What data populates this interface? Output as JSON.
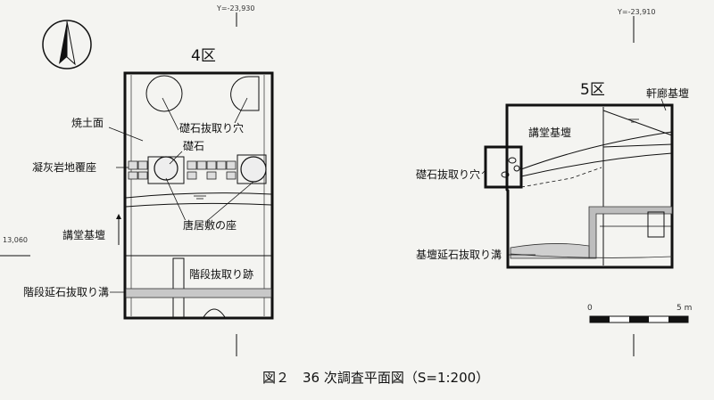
{
  "coords": {
    "y_left": "Y=-23,930",
    "y_right": "Y=-23,910",
    "x_mark": "13,060"
  },
  "zone4": {
    "title": "4区",
    "labels": {
      "burnt_surface": "焼土面",
      "stone_pit": "礎石抜取り穴",
      "foundation_stone": "礎石",
      "tuff_base": "凝灰岩地覆座",
      "lecture_hall_base": "講堂基壇",
      "karai_seat": "唐居敷の座",
      "stair_trace": "階段抜取り跡",
      "stair_trench": "階段延石抜取り溝"
    }
  },
  "zone5": {
    "title": "5区",
    "labels": {
      "corridor_base": "軒廊基壇",
      "lecture_hall_base": "講堂基壇",
      "stone_pit": "礎石抜取り穴",
      "base_trench": "基壇延石抜取り溝"
    }
  },
  "scale": {
    "zero": "0",
    "five": "5 m"
  },
  "caption": "図２　36 次調査平面図（S=1:200）"
}
